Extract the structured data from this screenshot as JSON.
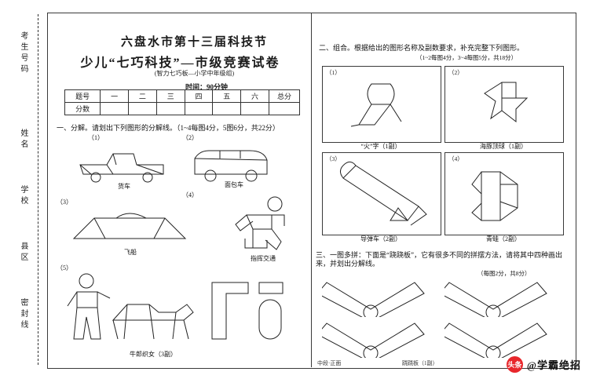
{
  "document": {
    "title_line1": "六盘水市第十三届科技节",
    "title_line2": "少儿“七巧科技”—市级竞赛试卷",
    "title_line3": "(智力七巧板—小学中年级组)",
    "time_limit": "时间：90分钟",
    "binding_left": "考生号码",
    "binding_mid1": "姓名",
    "binding_mid2": "学校",
    "binding_mid3": "县区",
    "binding_mid4": "密封线",
    "footer_left": "中段·正面"
  },
  "score_table": {
    "rows": [
      {
        "label": "题号",
        "cells": [
          "一",
          "二",
          "三",
          "四",
          "五",
          "六"
        ],
        "total": "总分"
      },
      {
        "label": "分数",
        "cells": [
          "",
          "",
          "",
          "",
          "",
          ""
        ],
        "total": ""
      }
    ]
  },
  "section1": {
    "heading": "一、分解。请划出下列图形的分解线。（1~4每图4分，5图6分，共22分）",
    "items": [
      {
        "num": "（1）",
        "caption": "货车"
      },
      {
        "num": "（2）",
        "caption": "面包车"
      },
      {
        "num": "（3）",
        "caption": "飞船"
      },
      {
        "num": "（4）",
        "caption": "指挥交通"
      },
      {
        "num": "（5）",
        "caption": "牛郎织女（3副）"
      }
    ]
  },
  "section2": {
    "heading": "二、组合。根据给出的图形名称及副数要求，补充完整下列图形。",
    "subheading": "（1~2每图4分，3~4每图5分，共18分）",
    "items": [
      {
        "num": "（1）",
        "caption": "“火”字（1副）"
      },
      {
        "num": "（2）",
        "caption": "海豚顶球（1副）"
      },
      {
        "num": "（3）",
        "caption": "导弹车（2副）"
      },
      {
        "num": "（4）",
        "caption": "青蛙（2副）"
      }
    ]
  },
  "section3": {
    "heading": "三、一图多拼：下面是“跷跷板”，它有很多不同的拼摆方法，请将其中四种画出来，并划出分解线。",
    "subheading": "（每图2分，共8分）",
    "caption": "跷跷板（1副）"
  },
  "watermark": {
    "logo_text": "头条",
    "text": "@学霸绝招"
  }
}
